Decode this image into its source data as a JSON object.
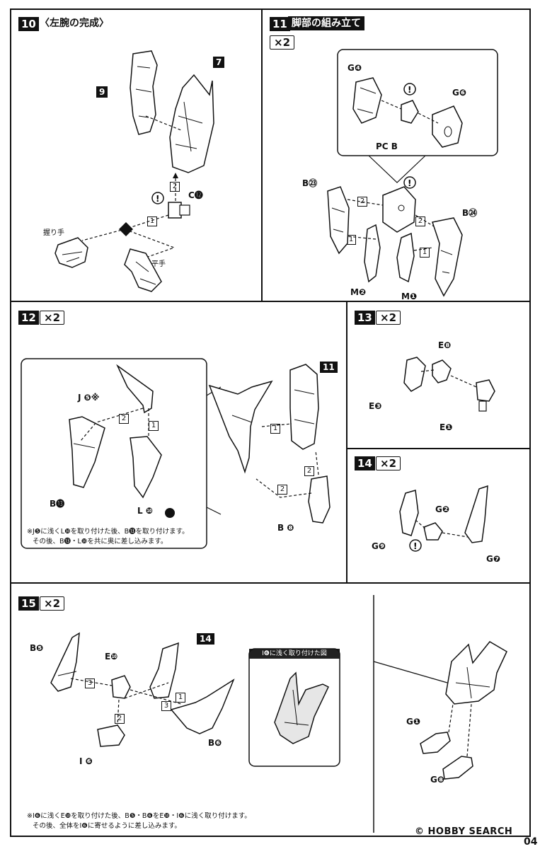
{
  "steps": {
    "s10": {
      "num": "10",
      "title": "〈左腕の完成〉",
      "ref_9": "9",
      "ref_7": "7",
      "part_c": "C⓬",
      "grip_hand": "握り手",
      "flat_hand": "平手",
      "step1": "1",
      "step2": "2"
    },
    "s11": {
      "num": "11",
      "title": "脚部の組み立て",
      "mult": "×2",
      "g4": "G❹",
      "g6": "G❻",
      "pcb": "PC B",
      "b23": "B㉓",
      "b24": "B㉔",
      "m2": "M❷",
      "m1": "M❶",
      "step1": "1",
      "step2": "2"
    },
    "s12": {
      "num": "12",
      "mult": "×2",
      "j5": "J ❺※",
      "b13": "B⓭",
      "l10": "L ❿",
      "b8": "B ❽",
      "ref_11": "11",
      "note_line1": "※J❺に浅くL❿を取り付けた後、B⓭を取り付けます。",
      "note_line2": "その後、B⓭・L❿を共に奥に差し込みます。",
      "step1": "1",
      "step2": "2"
    },
    "s13": {
      "num": "13",
      "mult": "×2",
      "e8": "E❽",
      "e3": "E❸",
      "e1": "E❶"
    },
    "s14": {
      "num": "14",
      "mult": "×2",
      "g2": "G❷",
      "g9": "G❾",
      "g7": "G❼"
    },
    "s15": {
      "num": "15",
      "mult": "×2",
      "b5": "B❺",
      "e10": "E❿",
      "ref_14": "14",
      "i6": "I ❻",
      "b6": "B❻",
      "g1": "G❶",
      "g8": "G❽",
      "inset_caption": "I❻に浅く取り付けた図",
      "note_line1": "※I❻に浅くE❿を取り付けた後、B❺・B❻をE❿・I❻に浅く取り付けます。",
      "note_line2": "その後、全体をI❻に寄せるように差し込みます。",
      "step1": "1",
      "step2": "2",
      "step3": "3"
    }
  },
  "footer": {
    "logo": "© HOBBY SEARCH",
    "page": "04"
  }
}
